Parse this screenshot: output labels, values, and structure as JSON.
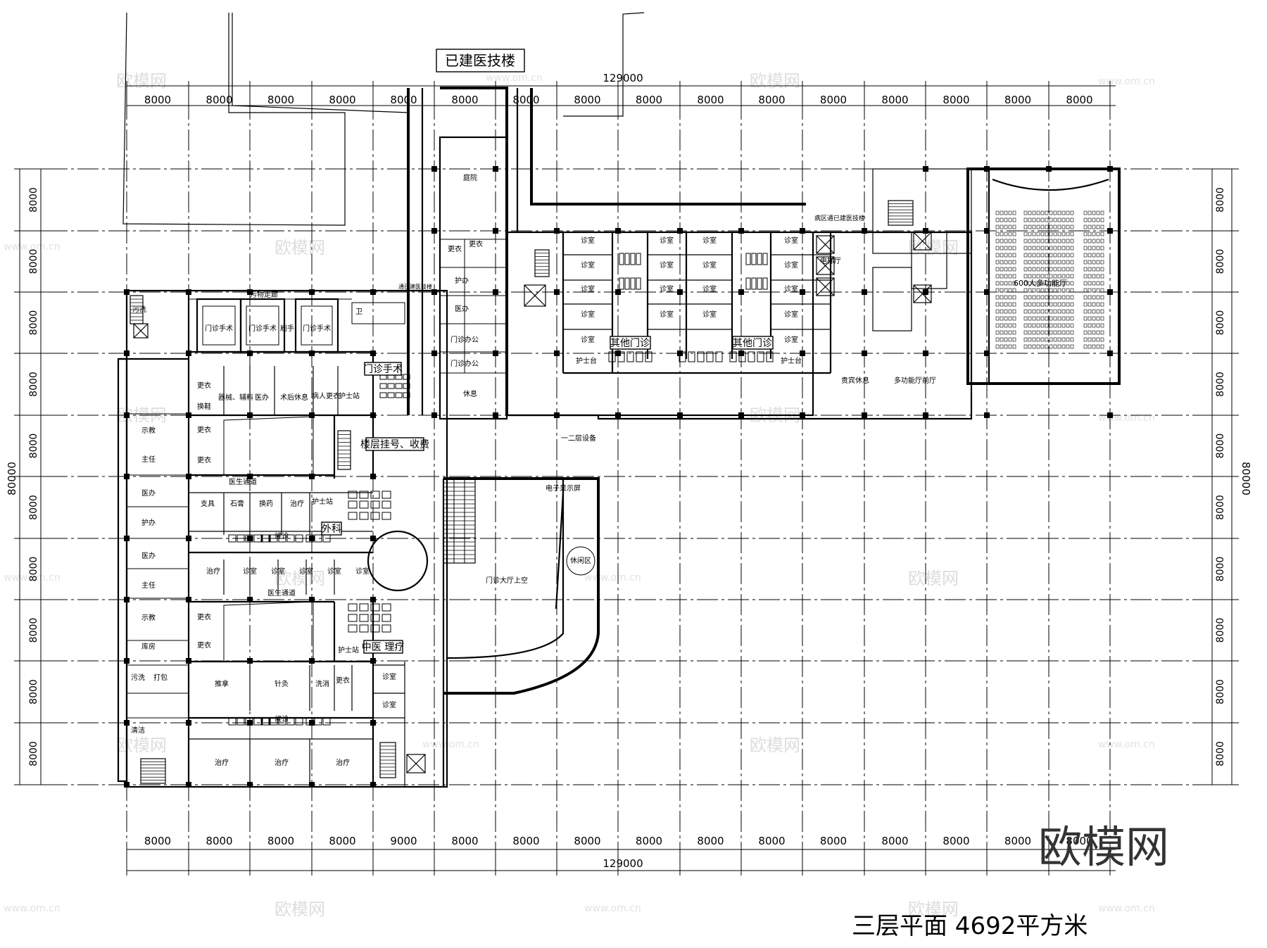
{
  "drawing": {
    "title": "三层平面  4692平方米",
    "existing_building": "已建医技楼",
    "total_width_top": "129000",
    "total_width_bottom": "129000",
    "total_height_left": "80000",
    "total_height_right": "80000",
    "bay_top": [
      "8000",
      "8000",
      "8000",
      "8000",
      "8000",
      "8000",
      "8000",
      "8000",
      "8000",
      "8000",
      "8000",
      "8000",
      "8000",
      "8000",
      "8000",
      "8000"
    ],
    "bay_bottom": [
      "8000",
      "8000",
      "8000",
      "8000",
      "9000",
      "8000",
      "8000",
      "8000",
      "8000",
      "8000",
      "8000",
      "8000",
      "8000",
      "8000",
      "8000",
      "8000"
    ],
    "bay_left": [
      "8000",
      "8000",
      "8000",
      "8000",
      "8000",
      "8000",
      "8000",
      "8000",
      "8000",
      "8000"
    ],
    "bay_right": [
      "8000",
      "8000",
      "8000",
      "8000",
      "8000",
      "8000",
      "8000",
      "8000",
      "8000",
      "8000"
    ]
  },
  "labels": {
    "outpatient_surgery": "门诊手术",
    "floor_registration": "楼层挂号、收费",
    "surgery_dept": "外科",
    "tcm_therapy": "中医 理疗",
    "other_clinic_1": "其他门诊",
    "other_clinic_2": "其他门诊",
    "hall_600": "600人多功能厅",
    "hall_void": "门诊大厅上空",
    "rest_area": "休闲区",
    "multi_hall_front": "多功能厅前厅",
    "vip_rest": "贵宾休息",
    "elevator_hall": "电梯厅",
    "link_ward": "病区通已建医技楼",
    "link_tech": "通已建医技楼",
    "courtyard": "庭院",
    "screen": "电子显示屏",
    "second_floor_link": "一二层设备",
    "goods_corridor": "污物走廊",
    "doctor_corridor_1": "医生通道",
    "doctor_corridor_2": "医生通道"
  },
  "rooms": {
    "dirty_wash": "污洗",
    "surgery_1": "门诊手术",
    "surgery_2": "门诊手术",
    "surgery_3": "门诊手术",
    "scrub": "刷手",
    "toilet": "卫",
    "change_1": "更衣",
    "change_2": "更衣",
    "change_3": "更衣",
    "change_4": "更衣",
    "change_5": "更衣",
    "change_6": "更衣",
    "change_7": "更衣",
    "shoe_change": "换鞋",
    "equipment": "器械、辅料",
    "doctor_office_1": "医办",
    "doctor_office_2": "医办",
    "doctor_office_3": "医办",
    "doctor_office_4": "医办",
    "post_op": "术后休息",
    "patient_change": "病人更衣",
    "nurse_station_1": "护士站",
    "nurse_station_2": "护士站",
    "nurse_station_3": "护士站",
    "nurse_station_4": "护士台",
    "nurse_station_5": "护士台",
    "teaching_1": "示教",
    "teaching_2": "示教",
    "director_1": "主任",
    "director_2": "主任",
    "nurse_office": "护办",
    "nurse_room": "护办",
    "storage": "库房",
    "pack": "打包",
    "clean": "清洁",
    "brace": "支具",
    "plaster": "石膏",
    "dressing": "换药",
    "treatment_1": "治疗",
    "treatment_2": "治疗",
    "treatment_3": "治疗",
    "treatment_4": "治疗",
    "treatment_5": "治疗",
    "exam": "诊室",
    "massage": "推拿",
    "acupuncture": "针灸",
    "wash": "洗消",
    "waiting": "候诊",
    "rest": "休息",
    "office": "门诊办公"
  },
  "watermarks": {
    "brand": "欧模网",
    "site": "www.om.cn",
    "big_logo": "欧模网"
  }
}
